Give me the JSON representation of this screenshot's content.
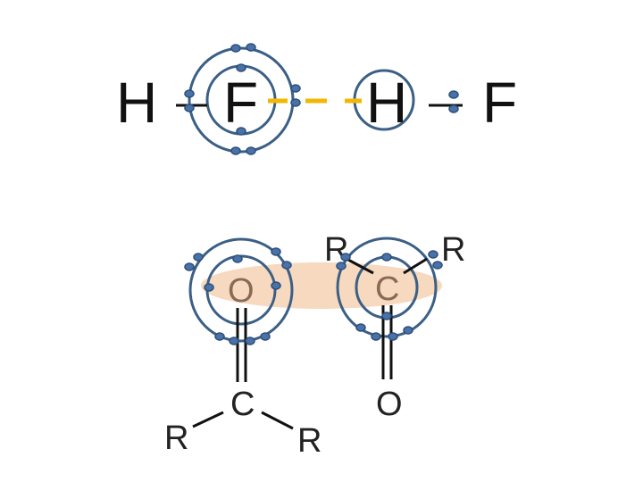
{
  "hf_row": {
    "atoms": [
      "H",
      "F",
      "H",
      "F"
    ]
  },
  "carbonyl_row": {
    "left": {
      "center": "O",
      "partner": "C",
      "r1": "R",
      "r2": "R"
    },
    "right": {
      "center": "C",
      "partner": "O",
      "r1": "R",
      "r2": "R"
    }
  },
  "colors": {
    "shell": "#3b5f85",
    "electron": "#4a72a8",
    "hydrogen_bond": "#f2b705",
    "overlap_region": "#f7d9bf",
    "bond": "#111111"
  }
}
